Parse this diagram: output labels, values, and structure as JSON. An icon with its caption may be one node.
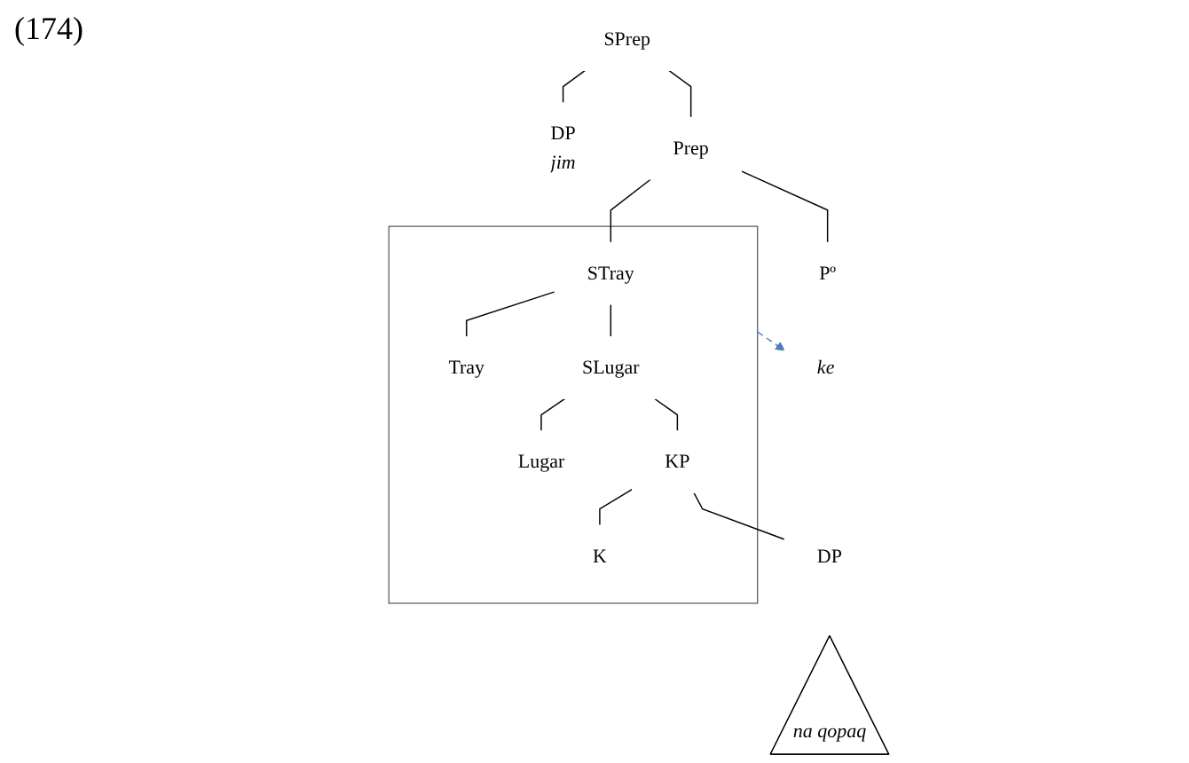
{
  "diagram": {
    "nodes": [
      {
        "text": [
          "SPrep"
        ]
      },
      {
        "text": [
          "DP",
          "jim"
        ]
      },
      {
        "text": [
          "Prep"
        ]
      },
      {
        "text": [
          "Pº"
        ]
      },
      {
        "text": [],
        "shape": "box"
      },
      {
        "text": [
          "STray"
        ],
        "in": 4
      },
      {
        "text": [
          "ke"
        ]
      },
      {
        "text": [
          "Tray"
        ],
        "in": 4
      },
      {
        "text": [
          "SLugar"
        ],
        "in": 4
      },
      {
        "text": [
          "Lugar"
        ],
        "in": 4
      },
      {
        "text": [
          "KP"
        ],
        "in": 4
      },
      {
        "text": [
          "K"
        ],
        "in": 4
      },
      {
        "text": [
          "DP"
        ]
      },
      {
        "text": [
          "na qopaq"
        ]
      }
    ],
    "edges": [
      {
        "from": 0,
        "to": 1,
        "arrow": "none"
      },
      {
        "from": 0,
        "to": 2,
        "arrow": "none"
      },
      {
        "from": 2,
        "to": 3,
        "arrow": "none"
      },
      {
        "from": 2,
        "to": 5,
        "arrow": "none"
      },
      {
        "from": 4,
        "to": 6,
        "arrow": "to",
        "style": "dashed",
        "color": "#4a7ebb"
      },
      {
        "from": 5,
        "to": 7,
        "arrow": "none"
      },
      {
        "from": 5,
        "to": 8,
        "arrow": "none"
      },
      {
        "from": 8,
        "to": 9,
        "arrow": "none"
      },
      {
        "from": 8,
        "to": 10,
        "arrow": "none"
      },
      {
        "from": 10,
        "to": 11,
        "arrow": "none"
      },
      {
        "from": 10,
        "to": 12,
        "arrow": "none"
      }
    ],
    "labels": [
      "(174)"
    ]
  }
}
